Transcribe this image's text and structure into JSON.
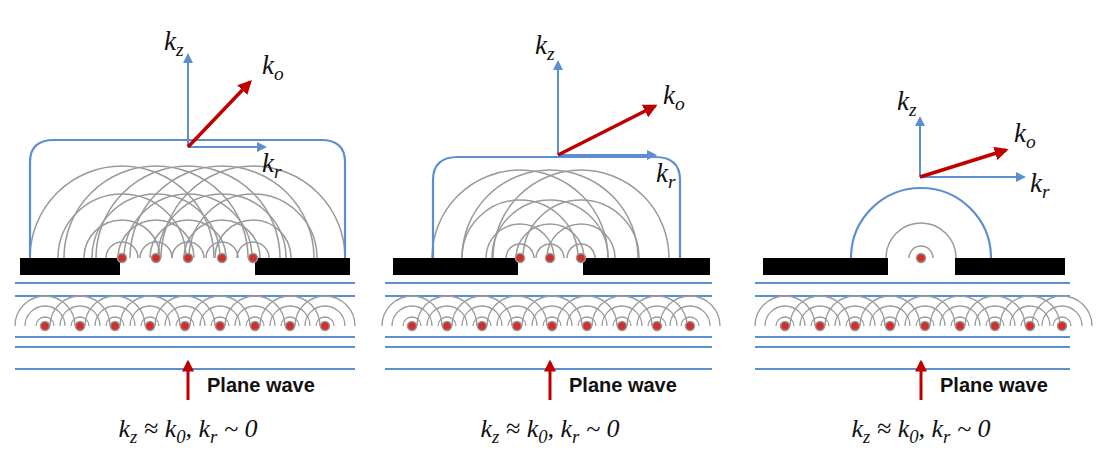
{
  "diagram": {
    "labels": [
      "kz",
      "ko",
      "kr",
      "Plane wave",
      "kz ≈ k0, kr ~ 0",
      "kz",
      "ko",
      "kr",
      "Plane wave",
      "kz ≈ k0, kr ~ 0",
      "kz",
      "ko",
      "kr",
      "Plane wave",
      "kz ≈ k0, kr ~ 0"
    ]
  }
}
